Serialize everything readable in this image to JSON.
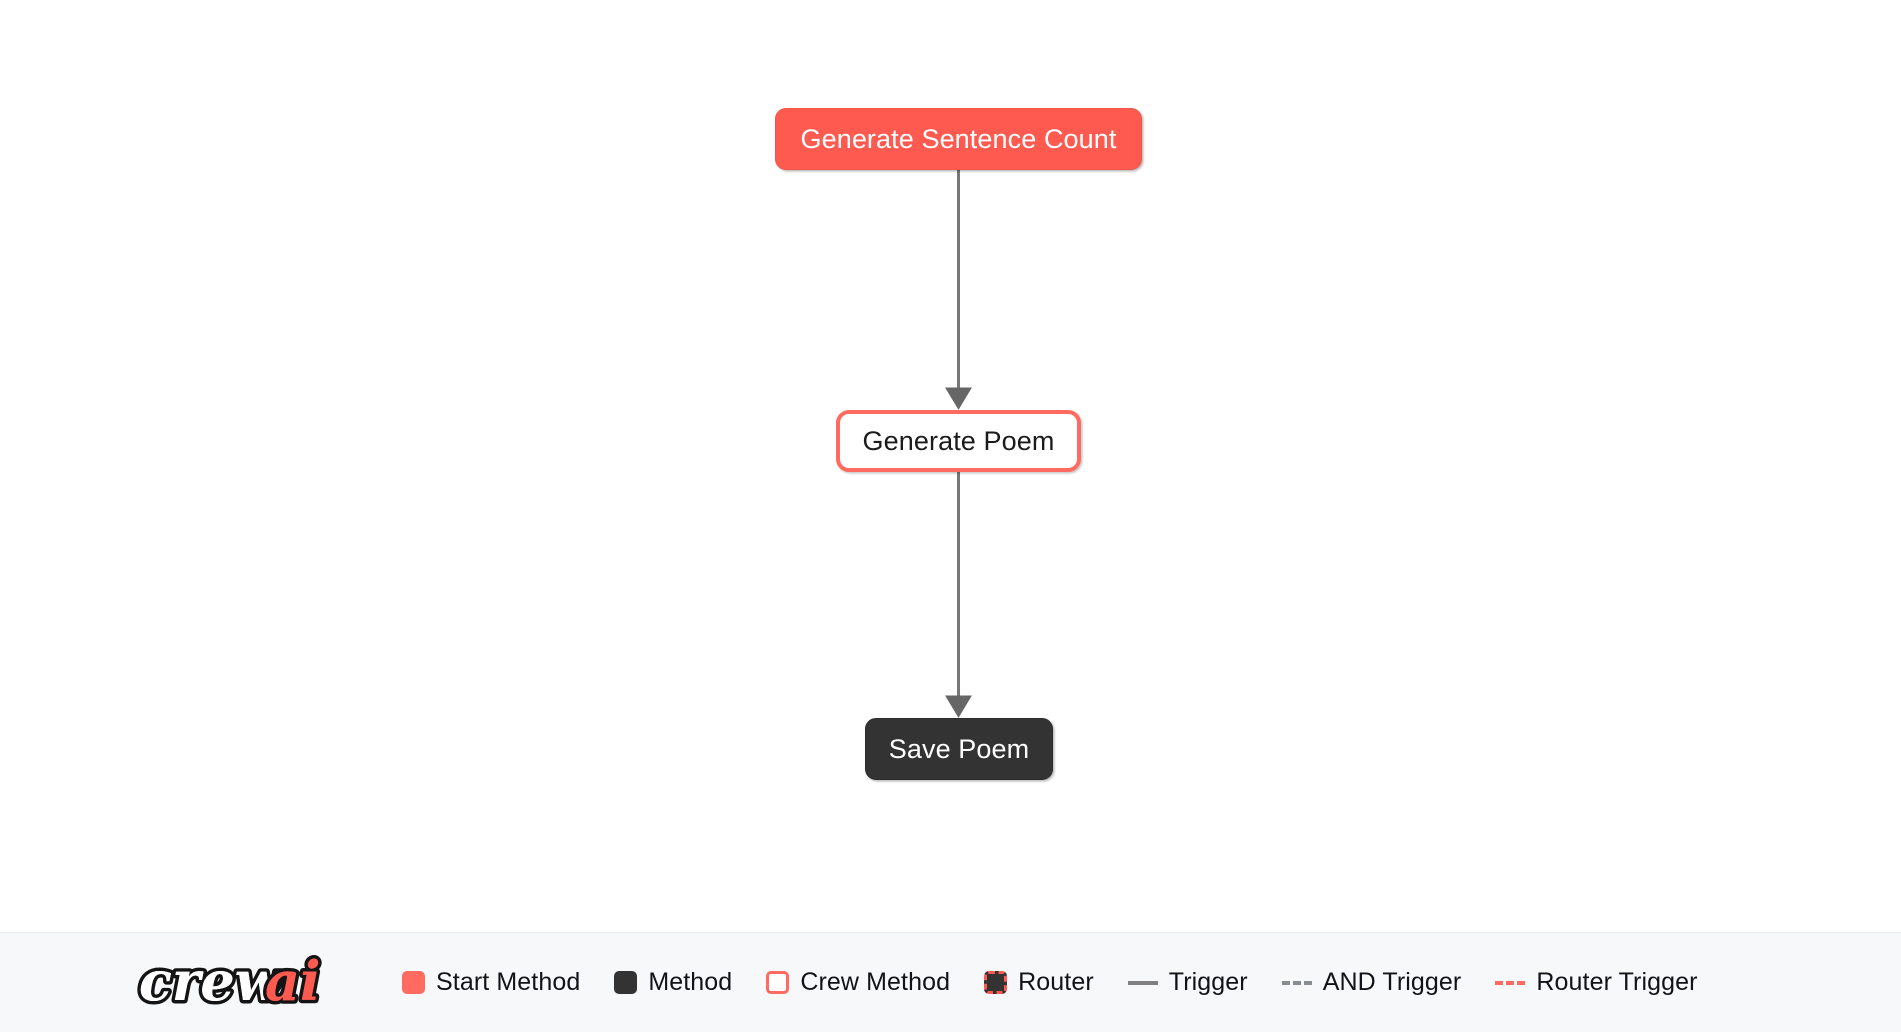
{
  "colors": {
    "start_method": "#ff5a50",
    "method": "#333333",
    "crew_method_border": "#ff6b60",
    "router_border": "#ff5a50",
    "trigger_line": "#808080",
    "and_trigger_line": "#888d93",
    "router_trigger_line": "#ff6b60",
    "canvas_bg": "#ffffff",
    "legend_bg": "#f7f8fa"
  },
  "flow": {
    "nodes": [
      {
        "id": "generate-sentence-count",
        "label": "Generate Sentence Count",
        "type": "start-method"
      },
      {
        "id": "generate-poem",
        "label": "Generate Poem",
        "type": "crew-method"
      },
      {
        "id": "save-poem",
        "label": "Save Poem",
        "type": "method"
      }
    ],
    "edges": [
      {
        "from": "generate-sentence-count",
        "to": "generate-poem",
        "type": "trigger"
      },
      {
        "from": "generate-poem",
        "to": "save-poem",
        "type": "trigger"
      }
    ]
  },
  "legend": {
    "logo_text_primary": "crew",
    "logo_text_accent": "ai",
    "items": [
      {
        "key": "start-method",
        "label": "Start Method",
        "marker": "swatch-solid-coral"
      },
      {
        "key": "method",
        "label": "Method",
        "marker": "swatch-solid-dark"
      },
      {
        "key": "crew-method",
        "label": "Crew Method",
        "marker": "swatch-outline-coral"
      },
      {
        "key": "router",
        "label": "Router",
        "marker": "swatch-dashed-coral"
      },
      {
        "key": "trigger",
        "label": "Trigger",
        "marker": "line-solid-gray"
      },
      {
        "key": "and-trigger",
        "label": "AND Trigger",
        "marker": "line-dashed-gray"
      },
      {
        "key": "router-trigger",
        "label": "Router Trigger",
        "marker": "line-dashed-coral"
      }
    ]
  }
}
